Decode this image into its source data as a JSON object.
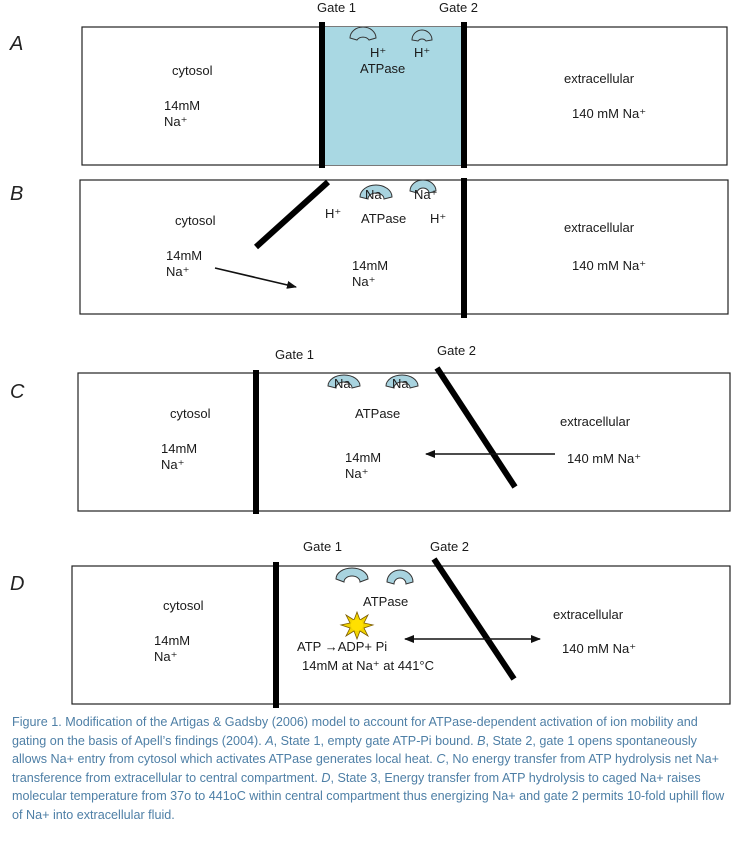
{
  "panels": [
    {
      "letter": "A",
      "gate1": "Gate 1",
      "gate2": "Gate 2",
      "cytosol": "cytosol",
      "cyto_conc_line1": "14mM",
      "cyto_conc_line2": "Na⁺",
      "extracellular": "extracellular",
      "extra_conc": "140 mM Na⁺",
      "atpase": "ATPase",
      "h1": "H⁺",
      "h2": "H⁺"
    },
    {
      "letter": "B",
      "cytosol": "cytosol",
      "cyto_conc_line1": "14mM",
      "cyto_conc_line2": "Na⁺",
      "extracellular": "extracellular",
      "extra_conc": "140 mM Na⁺",
      "atpase": "ATPase",
      "h_left": "H⁺",
      "h_right": "H⁺",
      "na1": "Na",
      "na2": "Na⁺",
      "central_line1": "14mM",
      "central_line2": "Na⁺"
    },
    {
      "letter": "C",
      "gate1": "Gate 1",
      "gate2": "Gate 2",
      "cytosol": "cytosol",
      "cyto_conc_line1": "14mM",
      "cyto_conc_line2": "Na⁺",
      "extracellular": "extracellular",
      "extra_conc": "140 mM Na⁺",
      "atpase": "ATPase",
      "na1": "Na",
      "na2": "Na",
      "central_line1": "14mM",
      "central_line2": "Na⁺"
    },
    {
      "letter": "D",
      "gate1": "Gate 1",
      "gate2": "Gate 2",
      "cytosol": "cytosol",
      "cyto_conc_line1": "14mM",
      "cyto_conc_line2": "Na⁺",
      "extracellular": "extracellular",
      "extra_conc": "140 mM Na⁺",
      "atpase": "ATPase",
      "reaction": "ATP →ADP+ Pi",
      "central_caption": "14mM at  Na⁺ at 441°C"
    }
  ],
  "caption": {
    "part1": "Figure 1.   Modification of the Artigas & Gadsby (2006) model to account for ATPase-dependent activation of ion mobility and gating on the basis of Apell’s findings (2004).  ",
    "a_label": "A",
    "a_text": ", State 1, empty gate ATP-Pi bound.  ",
    "b_label": "B",
    "b_text": ", State 2, gate 1 opens spontaneously allows Na+ entry from cytosol which activates ATPase generates local heat.  ",
    "c_label": "C",
    "c_text": ", No energy transfer from ATP hydrolysis net Na+ transference from extracellular to central compartment.  ",
    "d_label": "D",
    "d_text": ", State 3, Energy transfer from ATP hydrolysis to caged Na+ raises molecular temperature from 37o to 441oC within central compartment thus energizing Na+ and gate 2 permits 10-fold uphill flow of Na+ into extracellular fluid."
  },
  "colors": {
    "channel_fill": "#a9d8e3",
    "enzyme_fill": "#a8d3df",
    "heat_fill": "#f2d400",
    "caption_color": "#4e7fa6"
  }
}
